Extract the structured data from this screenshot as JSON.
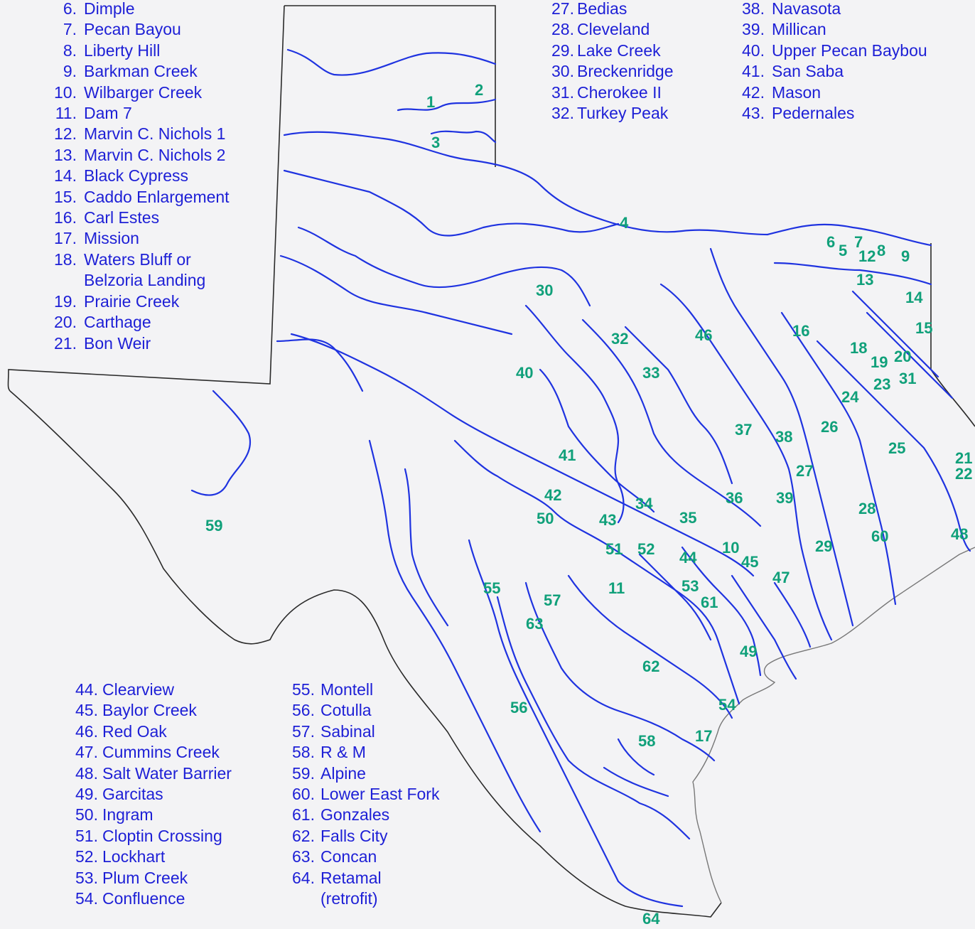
{
  "legend_columns": [
    {
      "id": "col-a",
      "items": [
        {
          "num": "6.",
          "name": "Dimple"
        },
        {
          "num": "7.",
          "name": "Pecan Bayou"
        },
        {
          "num": "8.",
          "name": "Liberty Hill"
        },
        {
          "num": "9.",
          "name": "Barkman Creek"
        },
        {
          "num": "10.",
          "name": "Wilbarger Creek"
        },
        {
          "num": "11.",
          "name": "Dam 7"
        },
        {
          "num": "12.",
          "name": "Marvin C. Nichols 1"
        },
        {
          "num": "13.",
          "name": "Marvin C. Nichols 2"
        },
        {
          "num": "14.",
          "name": "Black Cypress"
        },
        {
          "num": "15.",
          "name": "Caddo Enlargement"
        },
        {
          "num": "16.",
          "name": "Carl Estes"
        },
        {
          "num": "17.",
          "name": "Mission"
        },
        {
          "num": "18.",
          "name": "Waters Bluff or"
        },
        {
          "num": "",
          "name": "Belzoria Landing"
        },
        {
          "num": "19.",
          "name": "Prairie Creek"
        },
        {
          "num": "20.",
          "name": "Carthage"
        },
        {
          "num": "21.",
          "name": "Bon Weir"
        }
      ]
    },
    {
      "id": "col-b",
      "items": [
        {
          "num": "27.",
          "name": "Bedias"
        },
        {
          "num": "28.",
          "name": "Cleveland"
        },
        {
          "num": "29.",
          "name": "Lake Creek"
        },
        {
          "num": "30.",
          "name": "Breckenridge"
        },
        {
          "num": "31.",
          "name": "Cherokee II"
        },
        {
          "num": "32.",
          "name": "Turkey Peak"
        }
      ]
    },
    {
      "id": "col-c",
      "items": [
        {
          "num": "38.",
          "name": "Navasota"
        },
        {
          "num": "39.",
          "name": "Millican"
        },
        {
          "num": "40.",
          "name": "Upper Pecan Baybou"
        },
        {
          "num": "41.",
          "name": "San Saba"
        },
        {
          "num": "42.",
          "name": "Mason"
        },
        {
          "num": "43.",
          "name": "Pedernales"
        }
      ]
    },
    {
      "id": "col-d",
      "items": [
        {
          "num": "44.",
          "name": "Clearview"
        },
        {
          "num": "45.",
          "name": "Baylor Creek"
        },
        {
          "num": "46.",
          "name": "Red Oak"
        },
        {
          "num": "47.",
          "name": "Cummins Creek"
        },
        {
          "num": "48.",
          "name": "Salt Water Barrier"
        },
        {
          "num": "49.",
          "name": "Garcitas"
        },
        {
          "num": "50.",
          "name": "Ingram"
        },
        {
          "num": "51.",
          "name": "Cloptin Crossing"
        },
        {
          "num": "52.",
          "name": "Lockhart"
        },
        {
          "num": "53.",
          "name": "Plum Creek"
        },
        {
          "num": "54.",
          "name": "Confluence"
        }
      ]
    },
    {
      "id": "col-e",
      "items": [
        {
          "num": "55.",
          "name": "Montell"
        },
        {
          "num": "56.",
          "name": "Cotulla"
        },
        {
          "num": "57.",
          "name": "Sabinal"
        },
        {
          "num": "58.",
          "name": "R & M"
        },
        {
          "num": "59.",
          "name": "Alpine"
        },
        {
          "num": "60.",
          "name": "Lower East Fork"
        },
        {
          "num": "61.",
          "name": "Gonzales"
        },
        {
          "num": "62.",
          "name": "Falls City"
        },
        {
          "num": "63.",
          "name": "Concan"
        },
        {
          "num": "64.",
          "name": "Retamal"
        },
        {
          "num": "",
          "name": "(retrofit)"
        }
      ]
    }
  ],
  "site_labels": [
    "1",
    "2",
    "3",
    "4",
    "5",
    "6",
    "7",
    "8",
    "9",
    "10",
    "11",
    "12",
    "13",
    "14",
    "15",
    "16",
    "17",
    "18",
    "19",
    "20",
    "21",
    "22",
    "23",
    "24",
    "25",
    "26",
    "27",
    "28",
    "29",
    "30",
    "31",
    "32",
    "33",
    "34",
    "35",
    "36",
    "37",
    "38",
    "39",
    "40",
    "41",
    "42",
    "43",
    "44",
    "45",
    "46",
    "47",
    "48",
    "49",
    "50",
    "51",
    "52",
    "53",
    "54",
    "55",
    "56",
    "57",
    "58",
    "59",
    "60",
    "61",
    "62",
    "63",
    "64"
  ],
  "colors": {
    "river": "#1f33e0",
    "legend_text": "#1d1fd6",
    "site_label": "#10a07a",
    "border": "#2a2a2a",
    "coast": "#777777",
    "background": "#f3f3f5"
  }
}
